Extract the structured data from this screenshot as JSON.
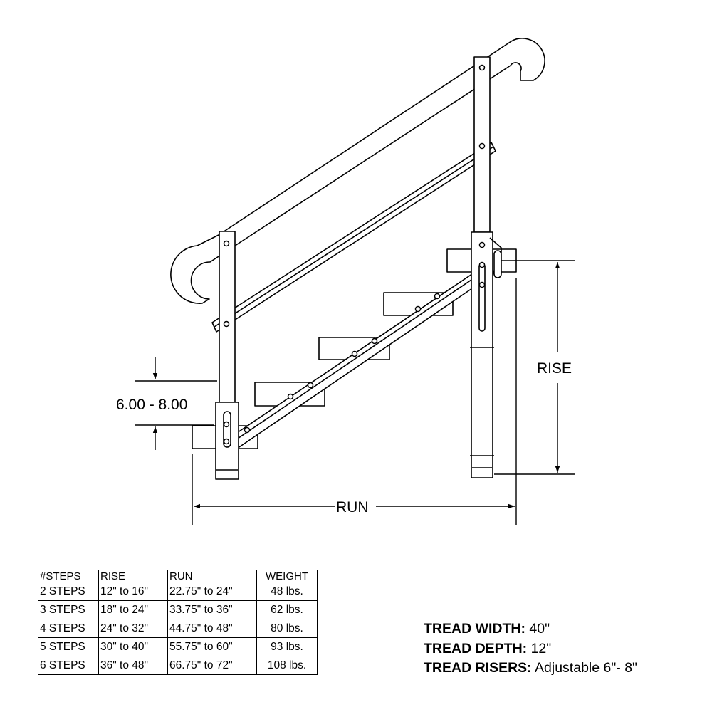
{
  "dimensions": {
    "step_height_label": "6.00 - 8.00",
    "rise_label": "RISE",
    "run_label": "RUN"
  },
  "table": {
    "headers": [
      "#STEPS",
      "RISE",
      "RUN",
      "WEIGHT"
    ],
    "rows": [
      {
        "steps": "2 STEPS",
        "rise": "12\" to 16\"",
        "run": "22.75\" to 24\"",
        "weight": "48 lbs."
      },
      {
        "steps": "3 STEPS",
        "rise": "18\" to 24\"",
        "run": "33.75\" to 36\"",
        "weight": "62 lbs."
      },
      {
        "steps": "4 STEPS",
        "rise": "24\" to 32\"",
        "run": "44.75\" to 48\"",
        "weight": "80 lbs."
      },
      {
        "steps": "5 STEPS",
        "rise": "30\" to 40\"",
        "run": "55.75\" to 60\"",
        "weight": "93 lbs."
      },
      {
        "steps": "6 STEPS",
        "rise": "36\" to 48\"",
        "run": "66.75\" to 72\"",
        "weight": "108 lbs."
      }
    ]
  },
  "specs": [
    {
      "key": "TREAD WIDTH:",
      "value": " 40\""
    },
    {
      "key": "TREAD DEPTH:",
      "value": " 12\""
    },
    {
      "key": "TREAD RISERS:",
      "value": " Adjustable 6\"- 8\""
    }
  ]
}
